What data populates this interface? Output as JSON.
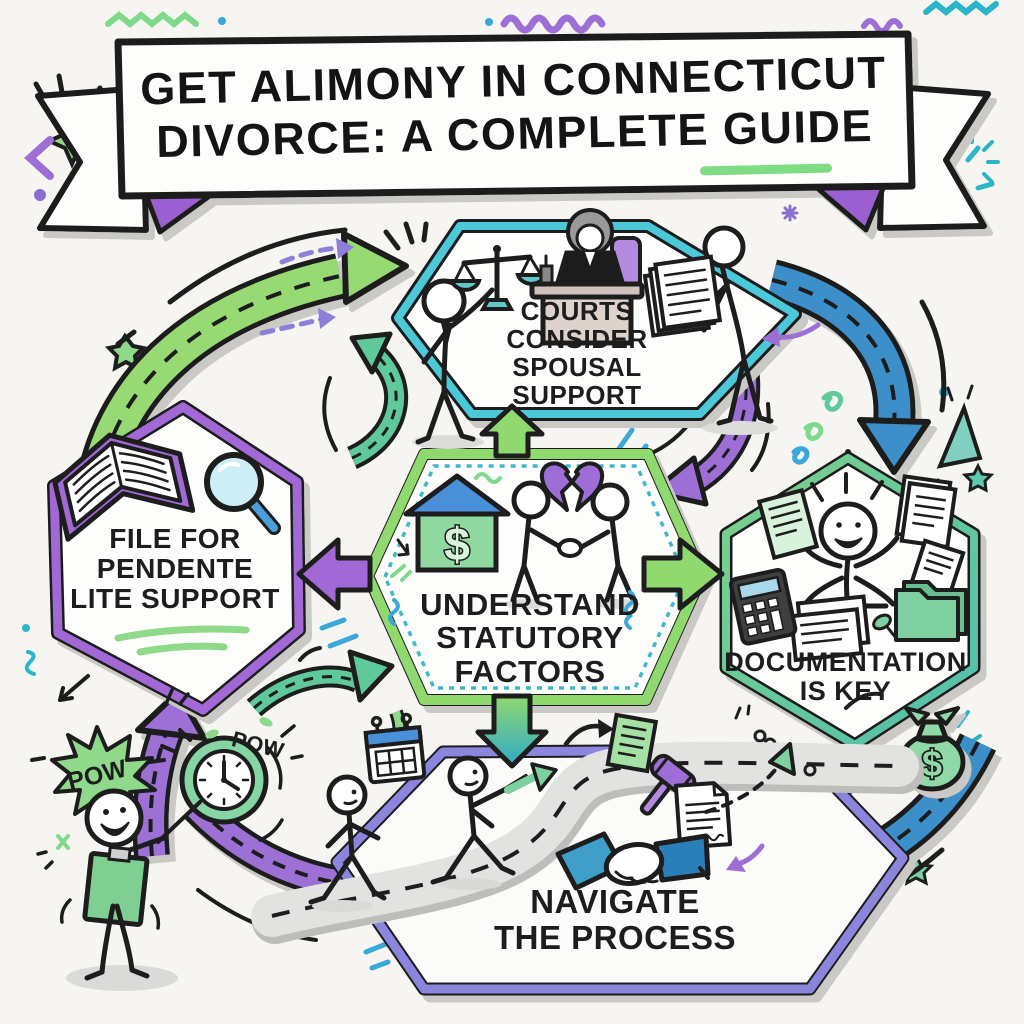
{
  "page": {
    "background_color": "#f6f5f2",
    "ink_color": "#1d1d1d",
    "shadow_color": "#cbc9c6"
  },
  "banner": {
    "line1": "GET ALIMONY IN CONNECTICUT",
    "line2": "DIVORCE: A COMPLETE GUIDE",
    "underline_color": "#7ddc84",
    "ribbon_fold_color": "#9a5fd0"
  },
  "nodes": {
    "courts": {
      "label": "COURTS CONSIDER SPOUSAL SUPPORT",
      "lines": [
        "COURTS",
        "CONSIDER",
        "SPOUSAL",
        "SUPPORT"
      ],
      "border_color": "#4cc9d9",
      "icons": [
        "scales-of-justice-icon",
        "judge-bench-icon",
        "person-carrying-documents-icon"
      ]
    },
    "pendente": {
      "label": "FILE FOR PENDENTE LITE SUPPORT",
      "lines": [
        "FILE FOR",
        "PENDENTE",
        "LITE SUPPORT"
      ],
      "border_color": "#a269d6",
      "icons": [
        "open-book-icon",
        "magnifying-glass-icon"
      ]
    },
    "statutory": {
      "label": "UNDERSTAND STATUTORY FACTORS",
      "lines": [
        "UNDERSTAND",
        "STATUTORY",
        "FACTORS"
      ],
      "border_color": "#8fd96f",
      "inner_squiggle_color": "#3fb8c9",
      "icons": [
        "house-dollar-icon",
        "broken-heart-icon",
        "handshake-figures-icon"
      ]
    },
    "documentation": {
      "label": "DOCUMENTATION IS KEY",
      "lines": [
        "DOCUMENTATION",
        "IS KEY"
      ],
      "border_color_top": "#7ed08a",
      "border_color_bottom": "#4fbfae",
      "icons": [
        "multitasking-person-icon",
        "documents-icon",
        "calculator-icon",
        "folder-icon",
        "money-bag-icon"
      ]
    },
    "navigate": {
      "label": "NAVIGATE THE PROCESS",
      "lines": [
        "NAVIGATE",
        "THE PROCESS"
      ],
      "border_color": "#8b85de",
      "icons": [
        "winding-road-icon",
        "walking-figures-icon",
        "calendar-icon",
        "gavel-icon",
        "signed-document-icon",
        "handshake-icon"
      ]
    }
  },
  "stickers": {
    "pow_left": "POW",
    "pow_right": "POW",
    "house_dollar": "$",
    "money_bag_dollar": "$"
  },
  "arrows": {
    "green_curved_top_left": "#97d973",
    "blue_curved_top_right": "#3e8fc9",
    "blue_curved_bottom_right": "#3e8fc9",
    "purple_top_to_center": "#9d6fd6",
    "purple_center_to_left": "#a269d6",
    "green_center_to_right": "#8fd96f",
    "green_center_to_top": "#8fd96f",
    "teal_center_to_bottom": "#3fb3c4",
    "purple_up_bottom_left": "#9d6fd6",
    "teal_small_left": "#5fc99b"
  },
  "scene": {
    "clock_icon": "clock-icon",
    "clipboard_figure": "presenter-figure-with-clipboard",
    "pow_burst": "pow-burst-icon"
  }
}
